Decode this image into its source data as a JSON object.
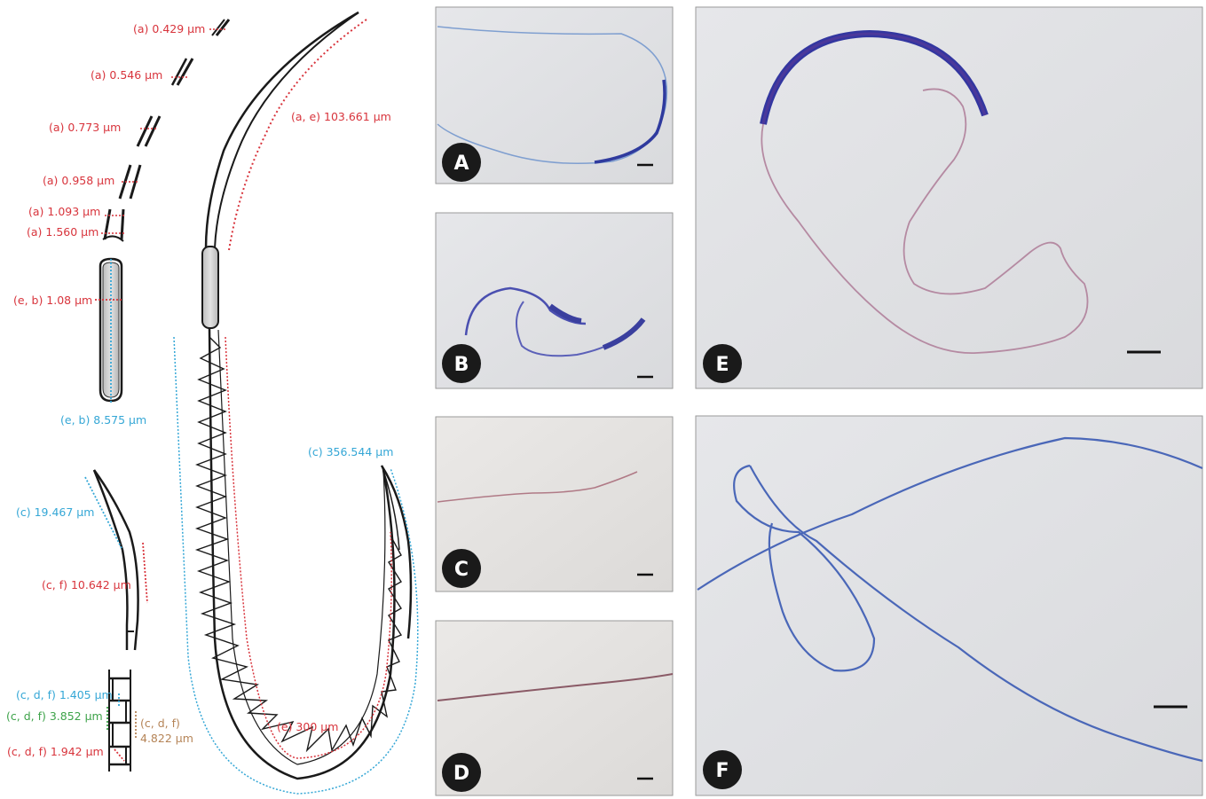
{
  "colors": {
    "red": "#d8343c",
    "blue": "#35a7d6",
    "green": "#3ea34a",
    "brown": "#b58457",
    "black": "#1a1a1a"
  },
  "labels": {
    "a_0429": "(a) 0.429 µm",
    "a_0546": "(a) 0.546 µm",
    "a_0773": "(a) 0.773 µm",
    "a_0958": "(a) 0.958 µm",
    "a_1093": "(a) 1.093 µm",
    "a_1560": "(a) 1.560 µm",
    "ae_103661": "(a, e) 103.661 µm",
    "eb_108": "(e, b) 1.08 µm",
    "eb_8575": "(e, b) 8.575 µm",
    "c_356544": "(c) 356.544 µm",
    "c_19467": "(c) 19.467 µm",
    "cf_10642": "(c, f) 10.642 µm",
    "e_300": "(e) 300 µm",
    "cdf_1405": "(c, d, f) 1.405 µm",
    "cdf_3852": "(c, d, f) 3.852 µm",
    "cdf_4822_line1": "(c, d, f)",
    "cdf_4822_line2": "4.822 µm",
    "cdf_1942": "(c, d, f) 1.942 µm"
  },
  "panels": {
    "A": "A",
    "B": "B",
    "C": "C",
    "D": "D",
    "E": "E",
    "F": "F"
  }
}
